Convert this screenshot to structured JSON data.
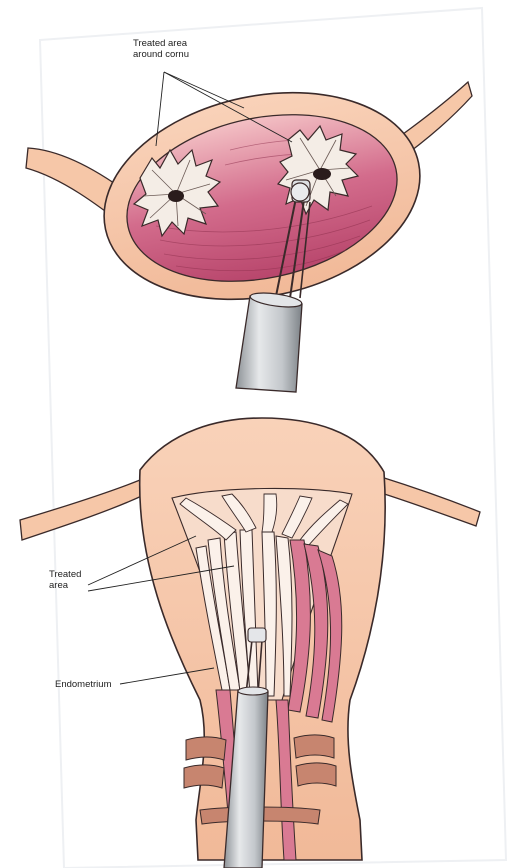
{
  "labels": {
    "cornu_line1": "Treated area",
    "cornu_line2": "around cornu",
    "treated_line1": "Treated",
    "treated_line2": "area",
    "endometrium": "Endometrium"
  },
  "colors": {
    "tissue": "#f6c7a8",
    "tissue_dark": "#e8a487",
    "cavity": "#c8587a",
    "endometrium": "#d97a93",
    "instrument": "#c9cdd2",
    "outline": "#3a2a2a"
  }
}
